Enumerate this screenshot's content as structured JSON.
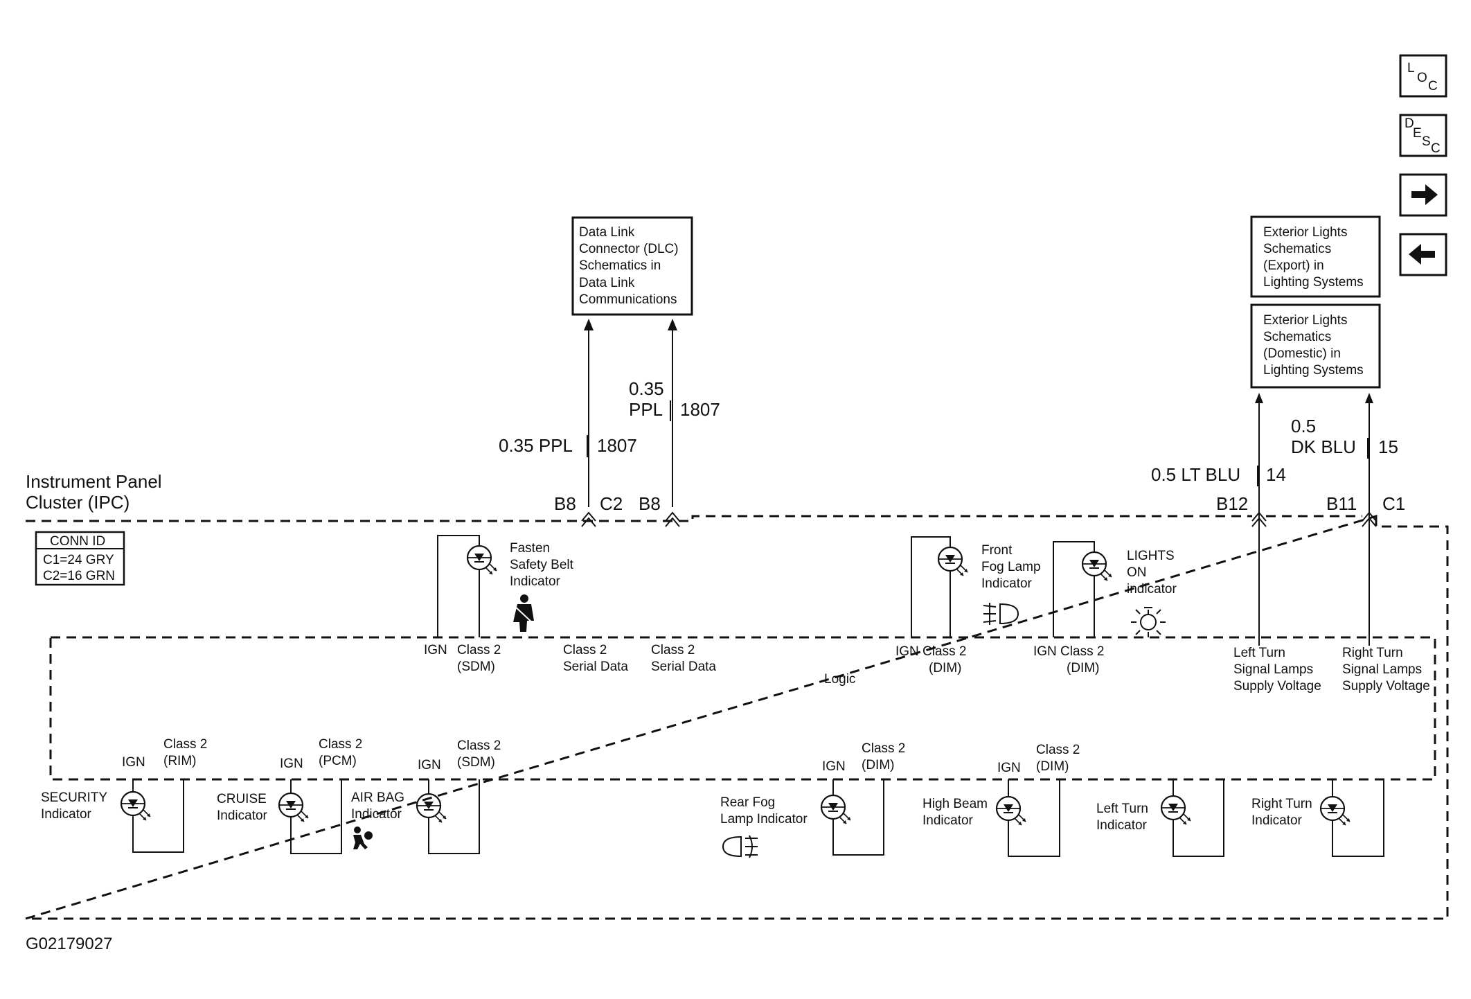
{
  "nav": {
    "loc": {
      "letters": [
        "L",
        "O",
        "C"
      ]
    },
    "desc": {
      "letters": [
        "D",
        "E",
        "S",
        "C"
      ]
    },
    "next_icon": "arrow-right-icon",
    "prev_icon": "arrow-left-icon"
  },
  "dlc_box": [
    "Data Link",
    "Connector (DLC)",
    "Schematics in",
    "Data Link",
    "Communications"
  ],
  "ext_export_box": [
    "Exterior Lights",
    "Schematics",
    "(Export) in",
    "Lighting Systems"
  ],
  "ext_domestic_box": [
    "Exterior Lights",
    "Schematics",
    "(Domestic) in",
    "Lighting Systems"
  ],
  "ipc_title": [
    "Instrument Panel",
    "Cluster (IPC)"
  ],
  "conn_id": {
    "title": "CONN ID",
    "c1": "C1=24 GRY",
    "c2": "C2=16 GRN"
  },
  "wires": {
    "w1_gauge": "0.35 PPL",
    "w1_circuit": "1807",
    "w2_gauge_top": "0.35",
    "w2_gauge_bot": "PPL",
    "w2_circuit": "1807",
    "w3_gauge": "0.5 LT BLU",
    "w3_circuit": "14",
    "w4_gauge_top": "0.5",
    "w4_gauge_bot": "DK BLU",
    "w4_circuit": "15"
  },
  "pins": {
    "b8_a": "B8",
    "c2": "C2",
    "b8_b": "B8",
    "b12": "B12",
    "b11": "B11",
    "c1": "C1"
  },
  "upper_indicators": {
    "seatbelt": [
      "Fasten",
      "Safety Belt",
      "Indicator"
    ],
    "front_fog": [
      "Front",
      "Fog Lamp",
      "Indicator"
    ],
    "lights_on": [
      "LIGHTS",
      "ON",
      "indicator"
    ]
  },
  "logic_labels": {
    "ign": "IGN",
    "class2_sdm": [
      "Class 2",
      "(SDM)"
    ],
    "serial1": [
      "Class 2",
      "Serial Data"
    ],
    "serial2": [
      "Class 2",
      "Serial Data"
    ],
    "logic": "Logic",
    "ign_dim1": [
      "IGN Class 2",
      "(DIM)"
    ],
    "ign_dim2": [
      "IGN Class 2",
      "(DIM)"
    ],
    "left_turn_supply": [
      "Left Turn",
      "Signal Lamps",
      "Supply Voltage"
    ],
    "right_turn_supply": [
      "Right Turn",
      "Signal Lamps",
      "Supply Voltage"
    ]
  },
  "lower_logic_labels": {
    "ign": "IGN",
    "rim": [
      "Class 2",
      "(RIM)"
    ],
    "pcm": [
      "Class 2",
      "(PCM)"
    ],
    "sdm": [
      "Class 2",
      "(SDM)"
    ],
    "dim1": [
      "Class 2",
      "(DIM)"
    ],
    "dim2": [
      "Class 2",
      "(DIM)"
    ]
  },
  "lower_indicators": {
    "security": [
      "SECURITY",
      "Indicator"
    ],
    "cruise": [
      "CRUISE",
      "Indicator"
    ],
    "airbag": [
      "AIR BAG",
      "Indicator"
    ],
    "rear_fog": [
      "Rear Fog",
      "Lamp Indicator"
    ],
    "high_beam": [
      "High Beam",
      "Indicator"
    ],
    "left_turn": [
      "Left Turn",
      "Indicator"
    ],
    "right_turn": [
      "Right Turn",
      "Indicator"
    ]
  },
  "figure_id": "G02179027"
}
